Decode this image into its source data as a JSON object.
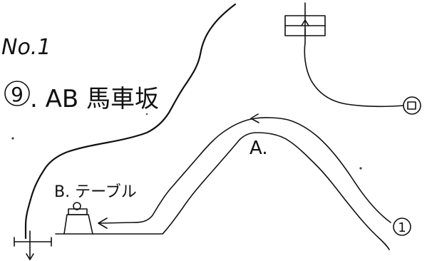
{
  "sheet": {
    "number_label": "No.1",
    "title_circle_number": "9",
    "title_text": ". AB 馬車坂"
  },
  "labels": {
    "point_a": "A.",
    "point_b": "B. テーブル",
    "marker_1": "1",
    "marker_ro": "ロ"
  }
}
